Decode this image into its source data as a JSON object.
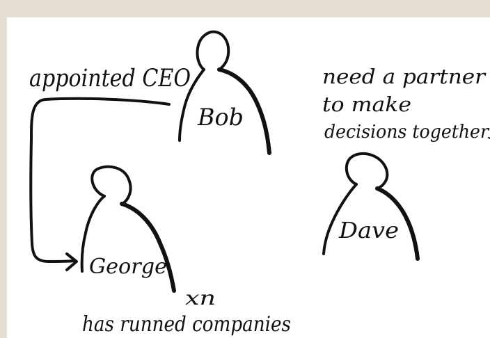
{
  "labels": {
    "appointed": "appointed CEO",
    "bob": "Bob",
    "george": "George",
    "dave": "Dave",
    "multiplier": "xn",
    "experience": "has runned companies",
    "partner_line1": "need a partner",
    "partner_line2": "to make",
    "partner_line3": "decisions together"
  },
  "colors": {
    "ink": "#111111",
    "paper": "#ffffff",
    "background": "#e4ddd0"
  }
}
